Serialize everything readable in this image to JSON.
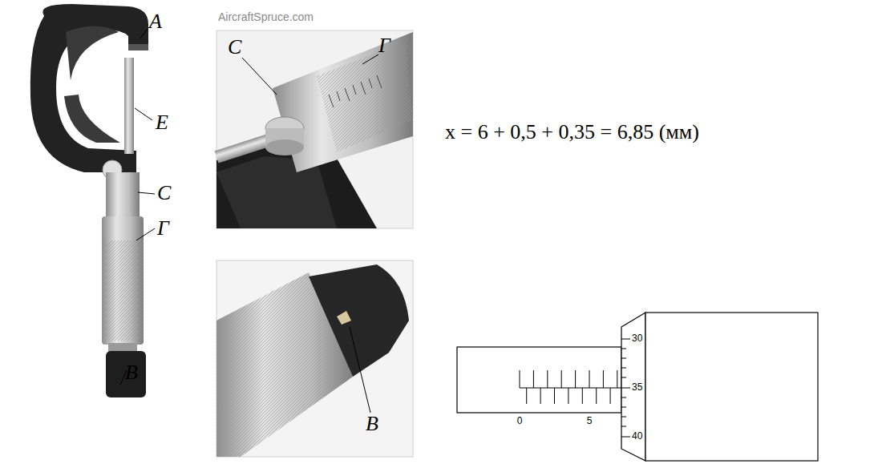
{
  "diagram": {
    "labels": [
      "А",
      "Е",
      "С",
      "Г",
      "В",
      "AircraftSpruce.com",
      "С",
      "Г",
      "В",
      "x = 6 + 0,5 + 0,35 = 6,85 (мм)",
      "0",
      "5",
      "30",
      "35",
      "40"
    ]
  }
}
